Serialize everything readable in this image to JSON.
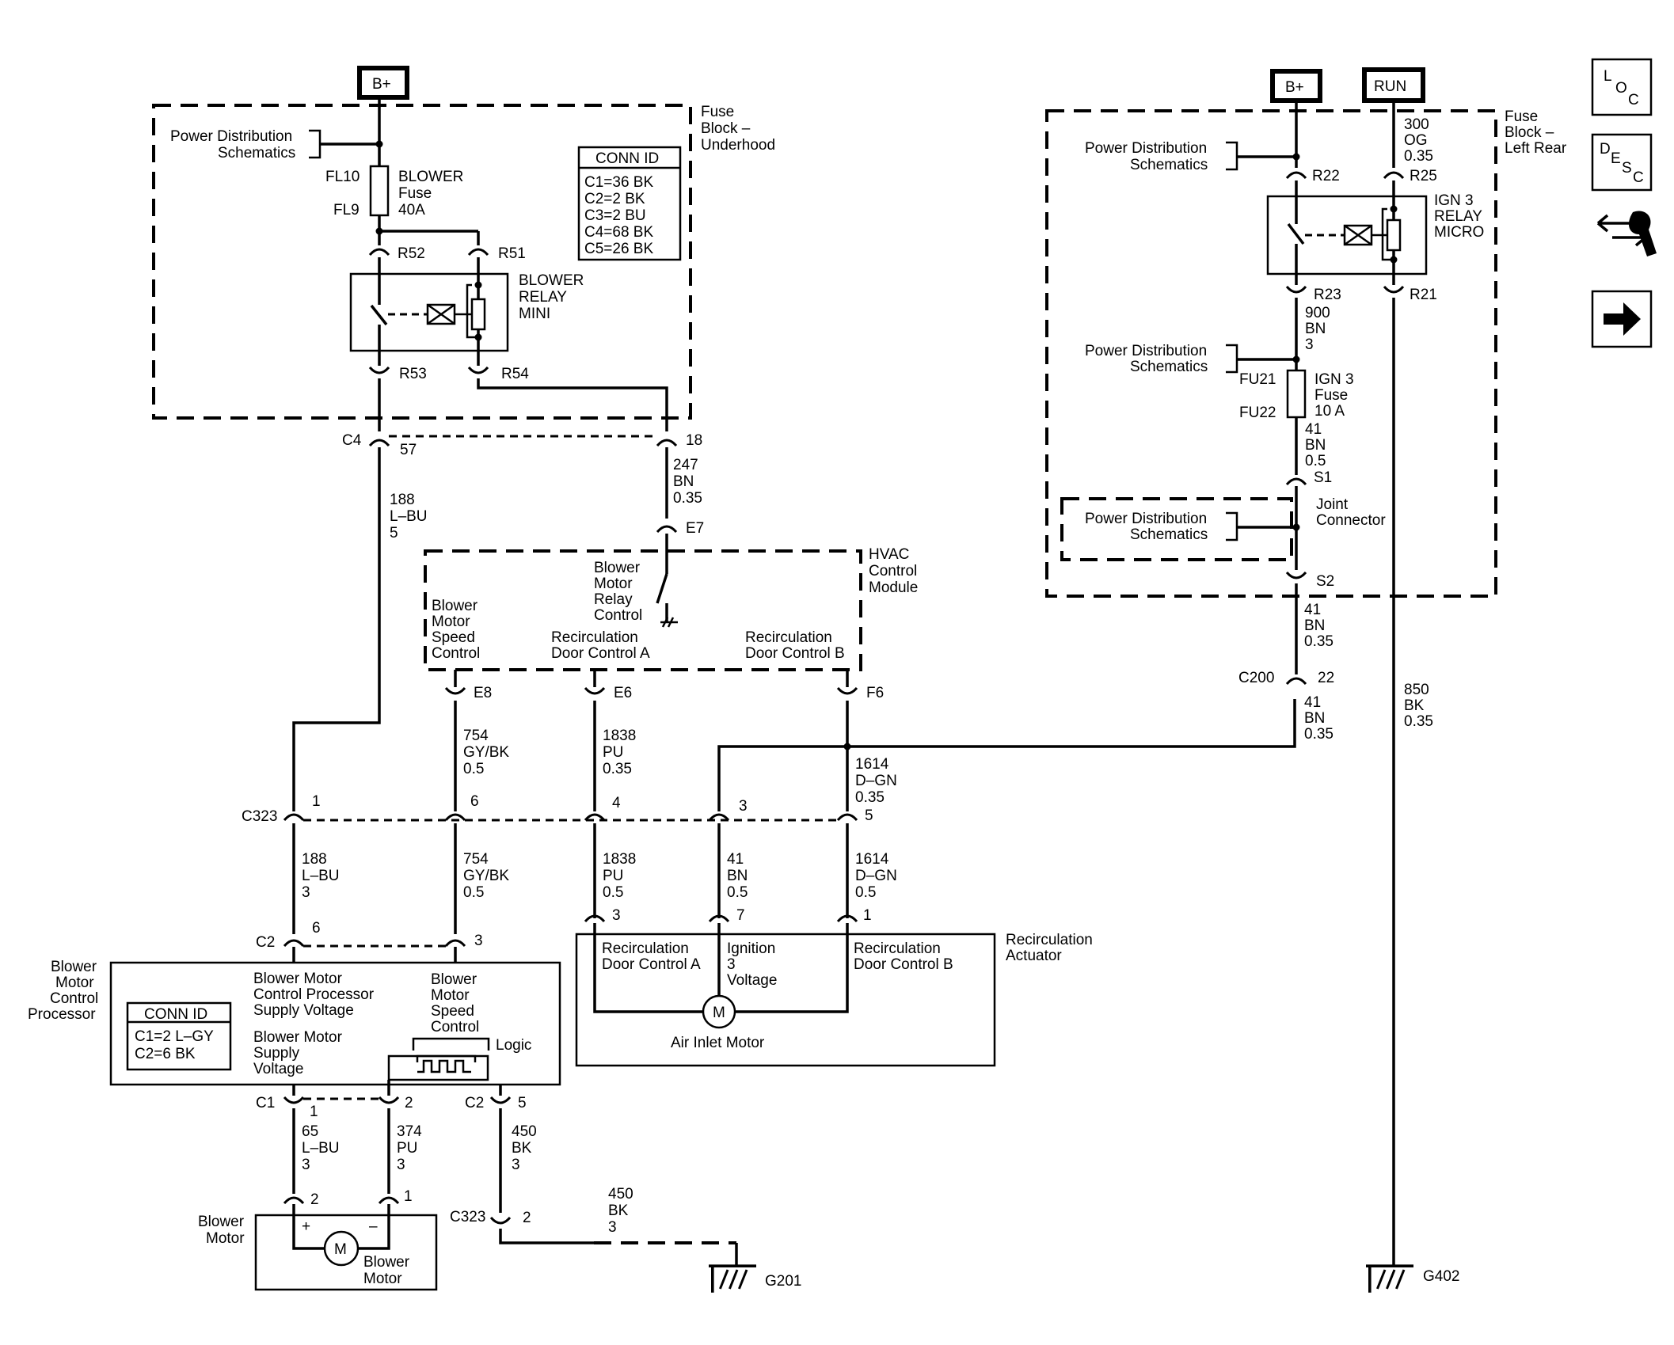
{
  "power": {
    "bplus_left": "B+",
    "bplus_right": "B+",
    "run": "RUN"
  },
  "side_buttons": {
    "loc": [
      "L",
      "O",
      "C"
    ],
    "desc": [
      "D",
      "E",
      "S",
      "C"
    ]
  },
  "fuse_block_underhood": {
    "title": [
      "Fuse",
      "Block –",
      "Underhood"
    ],
    "pds": [
      "Power Distribution",
      "Schematics"
    ],
    "fuse_top": "FL10",
    "fuse_bottom": "FL9",
    "fuse_label": [
      "BLOWER",
      "Fuse",
      "40A"
    ],
    "relay_label": [
      "BLOWER",
      "RELAY",
      "MINI"
    ],
    "pins": {
      "r52": "R52",
      "r51": "R51",
      "r53": "R53",
      "r54": "R54"
    },
    "conn_id_title": "CONN ID",
    "conn_id_rows": [
      "C1=36 BK",
      "C2=2 BK",
      "C3=2 BU",
      "C4=68 BK",
      "C5=26 BK"
    ]
  },
  "c4": {
    "name": "C4",
    "pin_57": "57",
    "pin_18": "18"
  },
  "wires": {
    "w188_top": [
      "188",
      "L–BU",
      "5"
    ],
    "w247": [
      "247",
      "BN",
      "0.35"
    ],
    "w754_top": [
      "754",
      "GY/BK",
      "0.5"
    ],
    "w1838_top": [
      "1838",
      "PU",
      "0.35"
    ],
    "w1614_top": [
      "1614",
      "D–GN",
      "0.35"
    ],
    "w188_bot": [
      "188",
      "L–BU",
      "3"
    ],
    "w754_bot": [
      "754",
      "GY/BK",
      "0.5"
    ],
    "w1838_bot": [
      "1838",
      "PU",
      "0.5"
    ],
    "w41_bot": [
      "41",
      "BN",
      "0.5"
    ],
    "w1614_bot": [
      "1614",
      "D–GN",
      "0.5"
    ],
    "w65": [
      "65",
      "L–BU",
      "3"
    ],
    "w374": [
      "374",
      "PU",
      "3"
    ],
    "w450a": [
      "450",
      "BK",
      "3"
    ],
    "w450b": [
      "450",
      "BK",
      "3"
    ],
    "w300": [
      "300",
      "OG",
      "0.35"
    ],
    "w900": [
      "900",
      "BN",
      "3"
    ],
    "w41a": [
      "41",
      "BN",
      "0.5"
    ],
    "w41b": [
      "41",
      "BN",
      "0.35"
    ],
    "w41c": [
      "41",
      "BN",
      "0.35"
    ],
    "w850": [
      "850",
      "BK",
      "0.35"
    ]
  },
  "hvac": {
    "title": [
      "HVAC",
      "Control",
      "Module"
    ],
    "e7": "E7",
    "e8": "E8",
    "e6": "E6",
    "f6": "F6",
    "relay_ctrl": [
      "Blower",
      "Motor",
      "Relay",
      "Control"
    ],
    "speed_ctrl": [
      "Blower",
      "Motor",
      "Speed",
      "Control"
    ],
    "recirc_a": [
      "Recirculation",
      "Door Control A"
    ],
    "recirc_b": [
      "Recirculation",
      "Door Control B"
    ]
  },
  "c323": {
    "name": "C323",
    "pins": [
      "1",
      "6",
      "4",
      "3",
      "5"
    ]
  },
  "bmcp": {
    "title": [
      "Blower",
      "Motor",
      "Control",
      "Processor"
    ],
    "c2": "C2",
    "c2_pin_6": "6",
    "c2_pin_3": "3",
    "supply": [
      "Blower Motor",
      "Control Processor",
      "Supply Voltage"
    ],
    "motor_supply": [
      "Blower Motor",
      "Supply",
      "Voltage"
    ],
    "speed": [
      "Blower",
      "Motor",
      "Speed",
      "Control"
    ],
    "logic": "Logic",
    "conn_id_title": "CONN ID",
    "conn_id_rows": [
      "C1=2 L–GY",
      "C2=6 BK"
    ],
    "c1": "C1",
    "c1_pin_1": "1",
    "c1_pin_2": "2",
    "c2b": "C2",
    "c2_pin_5": "5"
  },
  "recirc_actuator": {
    "title": [
      "Recirculation",
      "Actuator"
    ],
    "pins": [
      "3",
      "7",
      "1"
    ],
    "door_a": [
      "Recirculation",
      "Door Control A"
    ],
    "ign": [
      "Ignition",
      "3",
      "Voltage"
    ],
    "door_b": [
      "Recirculation",
      "Door Control B"
    ],
    "motor": "M",
    "motor_label": "Air Inlet Motor"
  },
  "blower_motor": {
    "title": [
      "Blower",
      "Motor"
    ],
    "pin_2": "2",
    "pin_1": "1",
    "plus": "+",
    "minus": "–",
    "m": "M",
    "inner_label": [
      "Blower",
      "Motor"
    ]
  },
  "ground_c323": {
    "name": "C323",
    "pin": "2"
  },
  "grounds": {
    "g201": "G201",
    "g402": "G402"
  },
  "fuse_block_left_rear": {
    "title": [
      "Fuse",
      "Block –",
      "Left Rear"
    ],
    "pds1": [
      "Power Distribution",
      "Schematics"
    ],
    "pds2": [
      "Power Distribution",
      "Schematics"
    ],
    "pds3": [
      "Power Distribution",
      "Schematics"
    ],
    "r22": "R22",
    "r25": "R25",
    "r23": "R23",
    "r21": "R21",
    "relay_label": [
      "IGN 3",
      "RELAY",
      "MICRO"
    ],
    "fuse_top": "FU21",
    "fuse_bottom": "FU22",
    "fuse_label": [
      "IGN 3",
      "Fuse",
      "10 A"
    ],
    "s1": "S1",
    "s2": "S2",
    "joint": [
      "Joint",
      "Connector"
    ]
  },
  "c200": {
    "name": "C200",
    "pin": "22"
  }
}
